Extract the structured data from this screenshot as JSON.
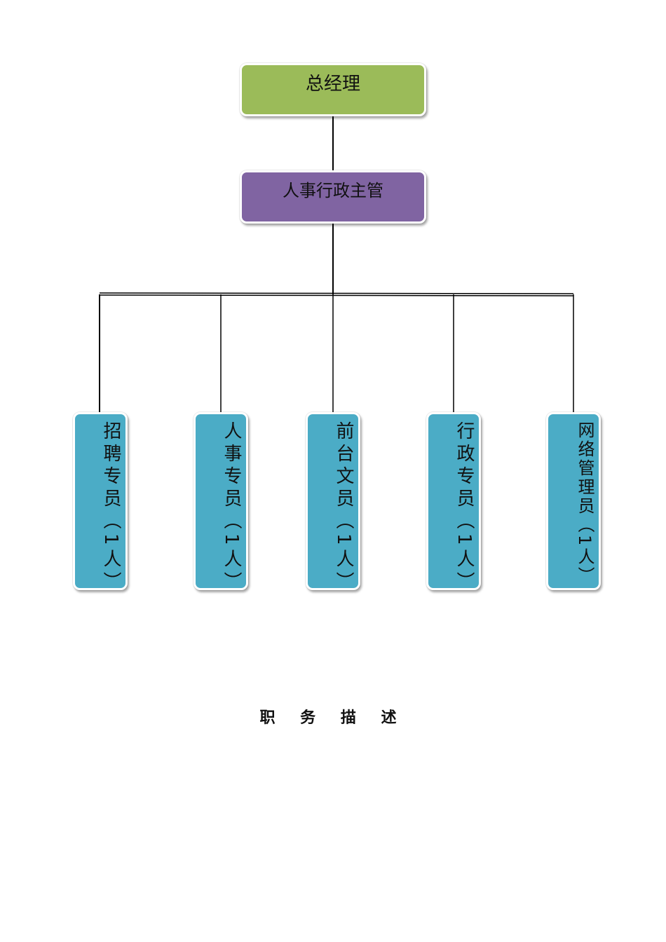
{
  "colors": {
    "top_fill": "#9bbb59",
    "mid_fill": "#8064a2",
    "staff_fill": "#4bacc6",
    "line": "#000000"
  },
  "org_chart": {
    "top": {
      "label": "总经理"
    },
    "middle": {
      "label": "人事行政主管"
    },
    "staff": [
      {
        "label": "招聘专员（1人）"
      },
      {
        "label": "人事专员（1人）"
      },
      {
        "label": "前台文员（1人）"
      },
      {
        "label": "行政专员（1人）"
      },
      {
        "label": "网络管理员（1人）"
      }
    ]
  },
  "caption": "职 务 描 述"
}
